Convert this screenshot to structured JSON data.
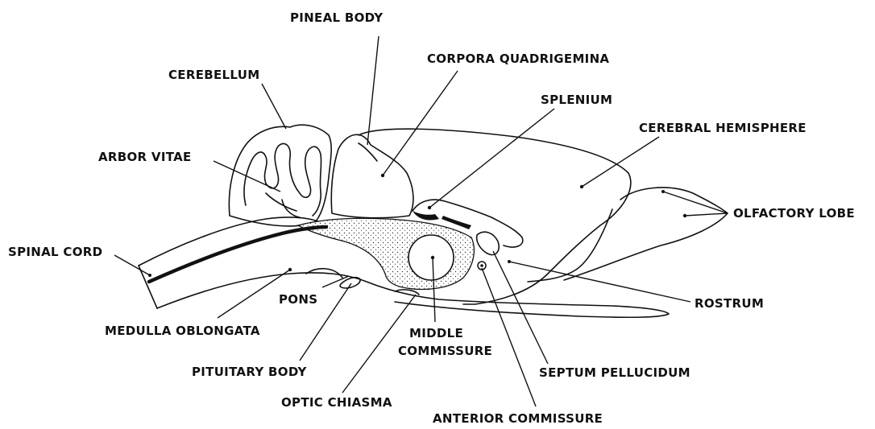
{
  "labels": {
    "pineal_body": "PINEAL BODY",
    "corpora_quadrigemina": "CORPORA QUADRIGEMINA",
    "cerebellum": "CEREBELLUM",
    "splenium": "SPLENIUM",
    "cerebral_hemisphere": "CEREBRAL HEMISPHERE",
    "arbor_vitae": "ARBOR VITAE",
    "olfactory_lobe": "OLFACTORY LOBE",
    "spinal_cord": "SPINAL CORD",
    "rostrum": "ROSTRUM",
    "pons": "PONS",
    "medulla_oblongata": "MEDULLA OBLONGATA",
    "middle_commissure_line1": "MIDDLE",
    "middle_commissure_line2": "COMMISSURE",
    "septum_pellucidum": "SEPTUM PELLUCIDUM",
    "pituitary_body": "PITUITARY BODY",
    "optic_chiasma": "OPTIC CHIASMA",
    "anterior_commissure": "ANTERIOR COMMISSURE"
  },
  "colors": {
    "ink": "#111111",
    "background": "#ffffff"
  }
}
